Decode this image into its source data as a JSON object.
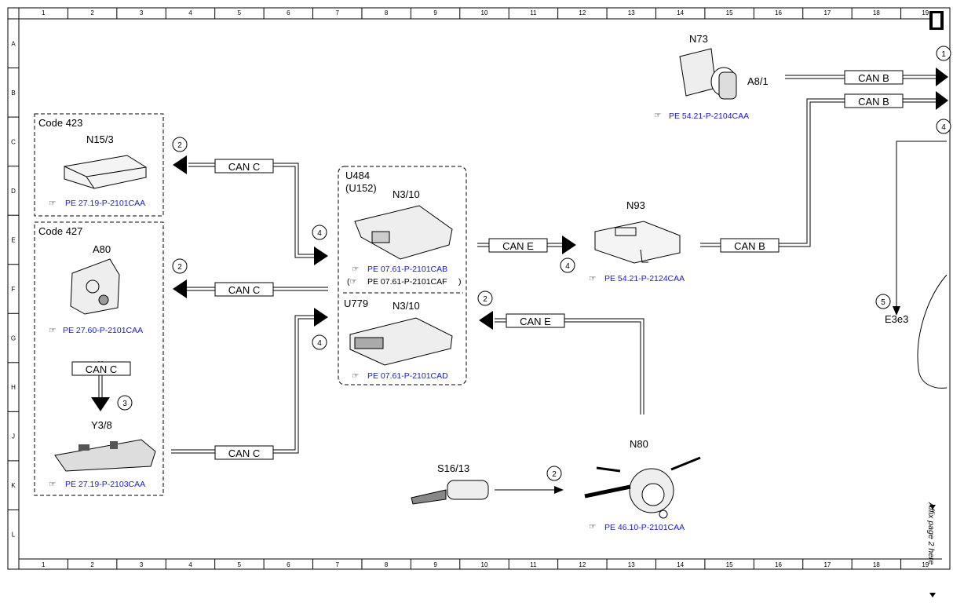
{
  "grid": {
    "columns": [
      "1",
      "2",
      "3",
      "4",
      "5",
      "6",
      "7",
      "8",
      "9",
      "10",
      "11",
      "12",
      "13",
      "14",
      "15",
      "16",
      "17",
      "18",
      "19"
    ],
    "rows": [
      "A",
      "B",
      "C",
      "D",
      "E",
      "F",
      "G",
      "H",
      "J",
      "K",
      "L"
    ]
  },
  "side_note": "Affix page 2 here",
  "groups": {
    "code423": "Code 423",
    "code427": "Code 427",
    "u484": "U484",
    "u152": "(U152)",
    "u779": "U779"
  },
  "components": {
    "n15_3": {
      "label": "N15/3",
      "ref": "PE 27.19-P-2101CAA"
    },
    "a80": {
      "label": "A80",
      "ref": "PE 27.60-P-2101CAA"
    },
    "y3_8": {
      "label": "Y3/8",
      "ref": "PE 27.19-P-2103CAA"
    },
    "n3_10_a": {
      "label": "N3/10",
      "ref": "PE 07.61-P-2101CAB",
      "ref2": "PE 07.61-P-2101CAF"
    },
    "n3_10_b": {
      "label": "N3/10",
      "ref": "PE 07.61-P-2101CAD"
    },
    "n93": {
      "label": "N93",
      "ref": "PE 54.21-P-2124CAA"
    },
    "n73": {
      "label": "N73",
      "sublabel": "A8/1",
      "ref": "PE 54.21-P-2104CAA"
    },
    "n80": {
      "label": "N80",
      "ref": "PE 46.10-P-2101CAA"
    },
    "s16_13": {
      "label": "S16/13"
    },
    "e3e3": {
      "label": "E3e3"
    }
  },
  "buses": {
    "can_c": "CAN C",
    "can_e": "CAN E",
    "can_b": "CAN B"
  },
  "markers": {
    "m1": "1",
    "m2": "2",
    "m3": "3",
    "m4": "4",
    "m5": "5"
  },
  "colors": {
    "ref_link": "#1a1acc",
    "line": "#000000"
  }
}
